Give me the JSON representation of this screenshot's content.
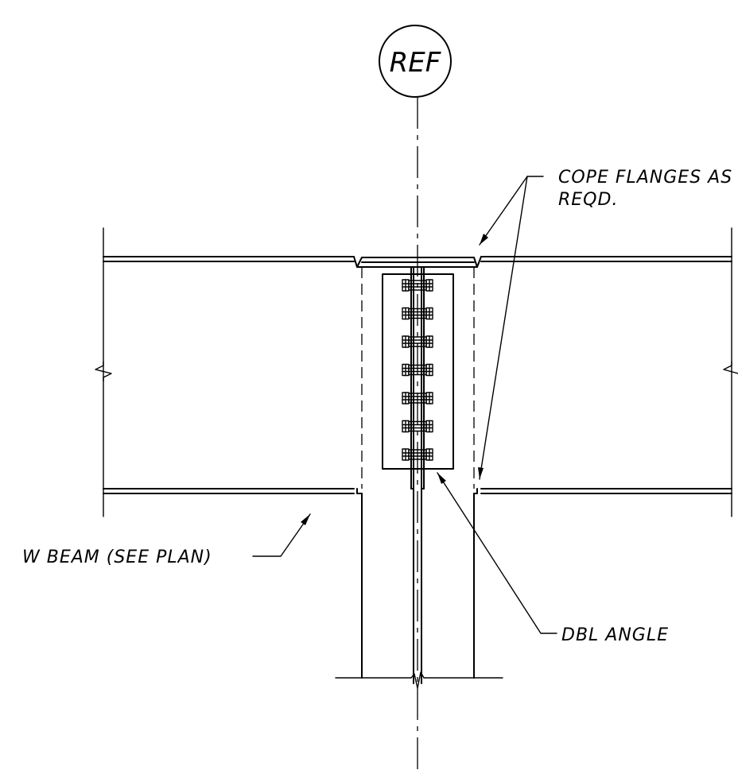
{
  "reference_bubble": {
    "label": "REF"
  },
  "notes": {
    "cope_flanges": {
      "line1": "COPE FLANGES AS",
      "line2": "REQD."
    },
    "w_beam": "W BEAM (SEE PLAN)",
    "dbl_angle": "DBL ANGLE"
  },
  "bolts": {
    "count": 7
  },
  "colors": {
    "line": "#000000",
    "background": "#ffffff"
  }
}
